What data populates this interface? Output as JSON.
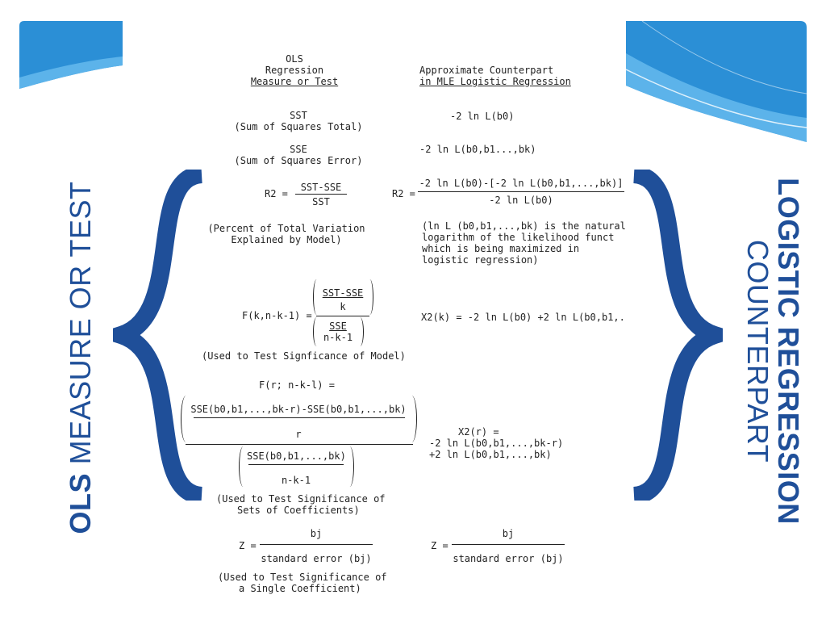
{
  "slide": {
    "left_title_bold": "OLS",
    "left_title_rest": "MEASURE OR TEST",
    "right_title_line1": "LOGISTIC REGRESSION",
    "right_title_line2": "COUNTERPART",
    "accent_color": "#1f4f99",
    "corner_color": "#2b8fd6"
  },
  "table": {
    "header_left": [
      "OLS",
      "Regression",
      "Measure or Test"
    ],
    "header_right": [
      "Approximate Counterpart",
      "in MLE Logistic Regression"
    ],
    "sst": "SST",
    "sst_desc": "(Sum of Squares Total)",
    "sst_counterpart": "-2 ln L(b0)",
    "sse": "SSE",
    "sse_desc": "(Sum of Squares Error)",
    "sse_counterpart": "-2 ln L(b0,b1...,bk)",
    "r2_lhs": "R2 =",
    "r2_num": "SST-SSE",
    "r2_den": "SST",
    "r2_right_lhs": "R2 =",
    "r2_right_num": "-2 ln L(b0)-[-2 ln L(b0,b1,...,bk)]",
    "r2_right_den": "-2 ln L(b0)",
    "r2_desc": [
      "(Percent of Total Variation",
      "Explained by Model)"
    ],
    "r2_right_desc": [
      "(ln L (b0,b1,...,bk) is the natural",
      "logarithm of the likelihood funct",
      "which is being maximized in",
      "logistic regression)"
    ],
    "f_lhs": "F(k,n-k-1) =",
    "f_num_top": "SST-SSE",
    "f_num_bot": "k",
    "f_den_top": "SSE",
    "f_den_bot": "n-k-1",
    "f_desc": "(Used to Test Signficance of Model)",
    "chi_right": "X2(k) = -2 ln L(b0) +2 ln L(b0,b1,.",
    "pf_lhs": "F(r; n-k-l) =",
    "pf_num": "SSE(b0,b1,...,bk-r)-SSE(b0,b1,...,bk)",
    "pf_r": "r",
    "pf_den_top": "SSE(b0,b1,...,bk)",
    "pf_den_bot": "n-k-1",
    "pf_desc": [
      "(Used to Test Significance of",
      "Sets of Coefficients)"
    ],
    "chi_r": [
      "X2(r) =",
      "-2 ln L(b0,b1,...,bk-r)",
      "+2 ln L(b0,b1,...,bk)"
    ],
    "z_lhs": "Z =",
    "z_num": "bj",
    "z_den": "standard error (bj)",
    "z_desc": [
      "(Used to Test Significance of",
      "a Single Coefficient)"
    ],
    "z_right_lhs": "Z =",
    "z_right_num": "bj",
    "z_right_den": "standard error (bj)"
  }
}
